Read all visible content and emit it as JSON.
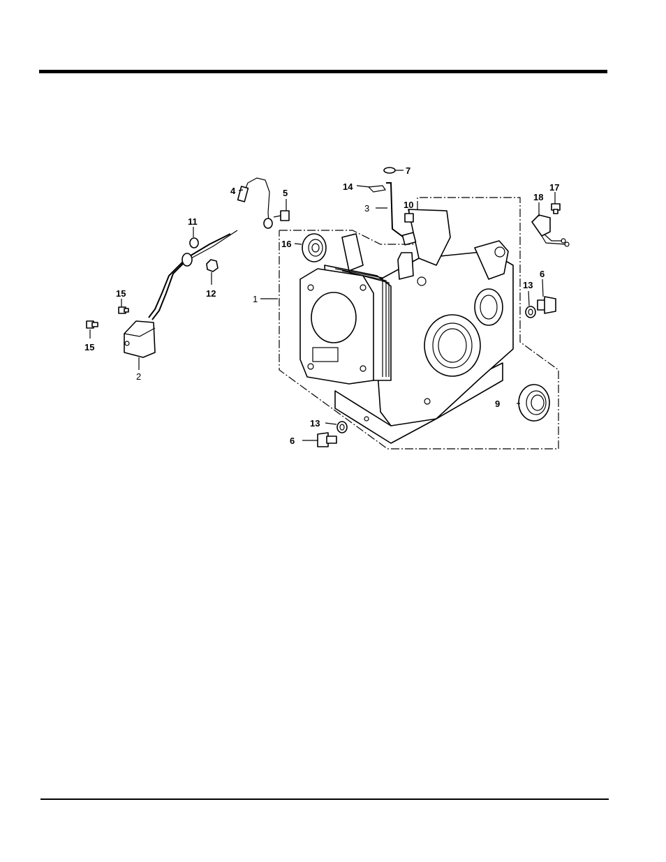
{
  "diagram": {
    "callouts": [
      {
        "id": "c1",
        "label": "1"
      },
      {
        "id": "c2",
        "label": "2"
      },
      {
        "id": "c3",
        "label": "3"
      },
      {
        "id": "c4",
        "label": "4"
      },
      {
        "id": "c5",
        "label": "5"
      },
      {
        "id": "c6a",
        "label": "6"
      },
      {
        "id": "c6b",
        "label": "6"
      },
      {
        "id": "c7",
        "label": "7"
      },
      {
        "id": "c9",
        "label": "9"
      },
      {
        "id": "c10",
        "label": "10"
      },
      {
        "id": "c11",
        "label": "11"
      },
      {
        "id": "c12",
        "label": "12"
      },
      {
        "id": "c13a",
        "label": "13"
      },
      {
        "id": "c13b",
        "label": "13"
      },
      {
        "id": "c14",
        "label": "14"
      },
      {
        "id": "c15a",
        "label": "15"
      },
      {
        "id": "c15b",
        "label": "15"
      },
      {
        "id": "c16",
        "label": "16"
      },
      {
        "id": "c17",
        "label": "17"
      },
      {
        "id": "c18",
        "label": "18"
      }
    ]
  }
}
